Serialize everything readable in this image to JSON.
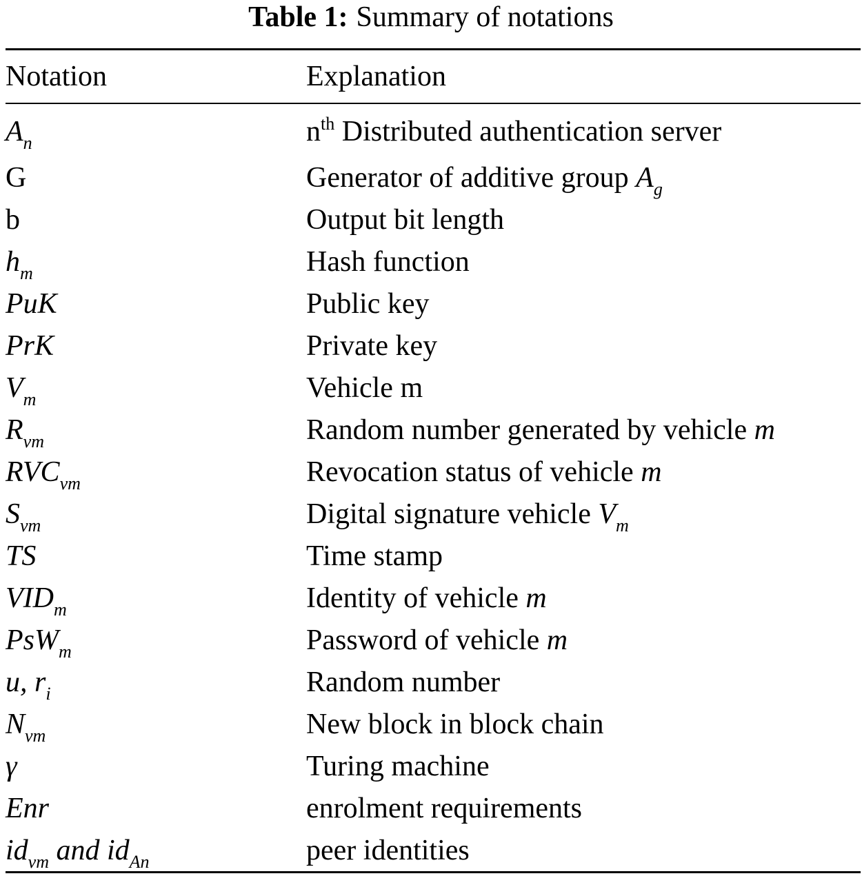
{
  "caption": {
    "label": "Table 1:",
    "text": "Summary of notations"
  },
  "table": {
    "headers": {
      "notation": "Notation",
      "explanation": "Explanation"
    },
    "rows": [
      {
        "sym": "A",
        "sub": "n",
        "explanation": "Distributed authentication server",
        "expl_prefix": "n",
        "expl_sup": "th"
      },
      {
        "sym": "G",
        "sym_upright": true,
        "explanation": "Generator of additive group ",
        "expl_sym": "A",
        "expl_sub": "g"
      },
      {
        "sym": "b",
        "sym_upright": true,
        "explanation": "Output bit length"
      },
      {
        "sym": "h",
        "sub": "m",
        "explanation": "Hash function"
      },
      {
        "sym": "PuK",
        "explanation": "Public key"
      },
      {
        "sym": "PrK",
        "explanation": "Private key"
      },
      {
        "sym": "V",
        "sub": "m",
        "explanation": "Vehicle m"
      },
      {
        "sym": "R",
        "sub": "vm",
        "explanation": "Random number generated by vehicle ",
        "expl_sym": "m"
      },
      {
        "sym": "RVC",
        "sub": "vm",
        "explanation": "Revocation status of vehicle ",
        "expl_sym": "m"
      },
      {
        "sym": "S",
        "sub": "vm",
        "explanation": "Digital signature vehicle ",
        "expl_sym": "V",
        "expl_sub": "m"
      },
      {
        "sym": "TS",
        "explanation": "Time stamp"
      },
      {
        "sym": "VID",
        "sub": "m",
        "explanation": "Identity of vehicle ",
        "expl_sym": "m"
      },
      {
        "sym": "PsW",
        "sub": "m",
        "explanation": "Password of vehicle ",
        "expl_sym": "m"
      },
      {
        "sym": "u,  r",
        "sub": "i",
        "explanation": "Random number"
      },
      {
        "sym": "N",
        "sub": "vm",
        "explanation": "New block in block chain"
      },
      {
        "sym": "γ",
        "explanation": "Turing machine"
      },
      {
        "sym": "Enr",
        "explanation": "enrolment requirements"
      },
      {
        "sym": "id",
        "sub": "vm",
        "sym2": " and id",
        "sub2": "An",
        "explanation": "peer identities"
      }
    ]
  }
}
